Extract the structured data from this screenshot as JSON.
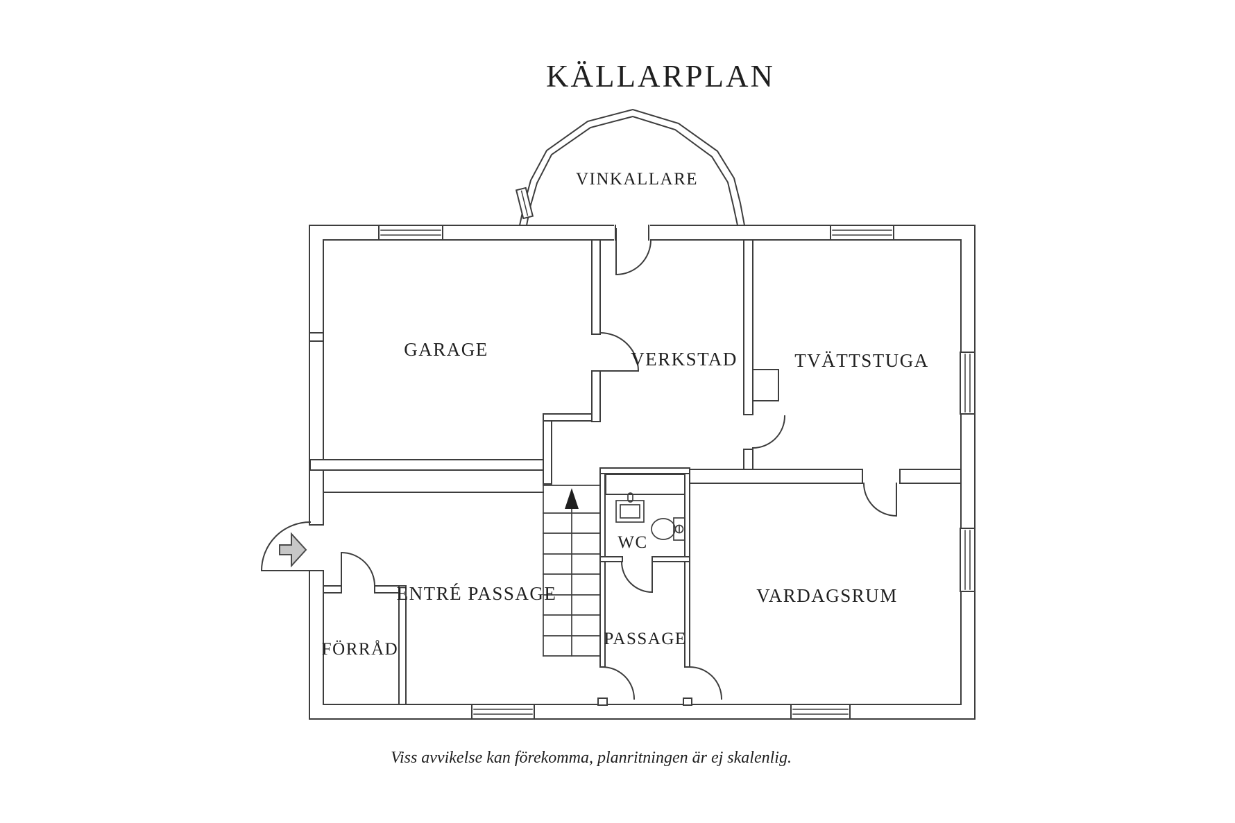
{
  "title": "KÄLLARPLAN",
  "floor_plan": {
    "rooms": {
      "vinkallare": {
        "label": "VINKALLARE"
      },
      "garage": {
        "label": "GARAGE"
      },
      "verkstad": {
        "label": "VERKSTAD"
      },
      "tvattstuga": {
        "label": "TVÄTTSTUGA"
      },
      "entre_passage": {
        "label": "ENTRÉ PASSAGE"
      },
      "forrad": {
        "label": "FÖRRÅD"
      },
      "wc": {
        "label": "WC"
      },
      "passage": {
        "label": "PASSAGE"
      },
      "vardagsrum": {
        "label": "VARDAGSRUM"
      }
    },
    "icons": {
      "entrance_arrow": "entrance-direction-arrow",
      "stairs_arrow": "stairs-up-arrow"
    }
  },
  "footnote": "Viss avvikelse kan förekomma, planritningen är ej skalenlig.",
  "colors": {
    "line": "#3d3d3d",
    "text": "#1f1f1f",
    "arrow_fill": "#c7c7c7",
    "background": "#ffffff"
  }
}
